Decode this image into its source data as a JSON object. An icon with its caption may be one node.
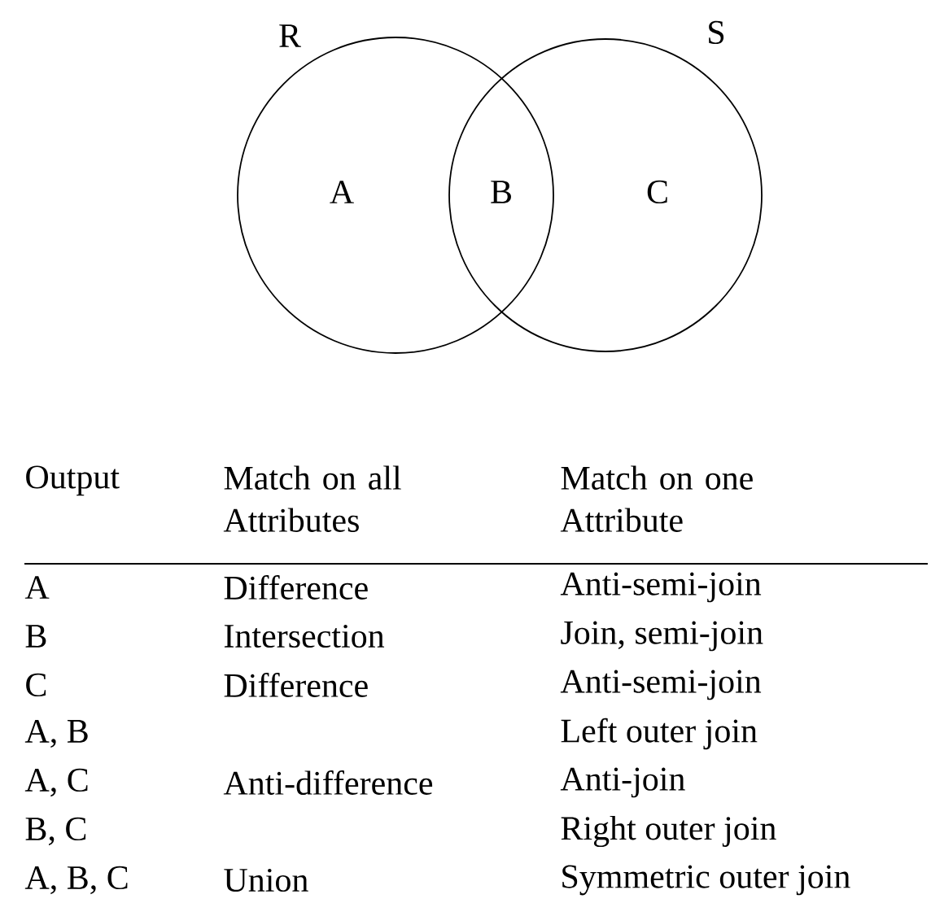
{
  "diagram": {
    "nodes": [
      {
        "text": [
          "R"
        ]
      },
      {
        "text": [
          "S"
        ]
      }
    ],
    "labels": [
      "A",
      "B",
      "C",
      "Output",
      "Match on all Attributes",
      "Match on one Attribute",
      "A",
      "Difference",
      "Anti-semi-join",
      "B",
      "Intersection",
      "Join, semi-join",
      "C",
      "Difference",
      "Anti-semi-join",
      "A, B",
      "Left outer join",
      "A, C",
      "Anti-difference",
      "Anti-join",
      "B, C",
      "Right outer join",
      "A, B, C",
      "Union",
      "Symmetric outer join"
    ]
  }
}
